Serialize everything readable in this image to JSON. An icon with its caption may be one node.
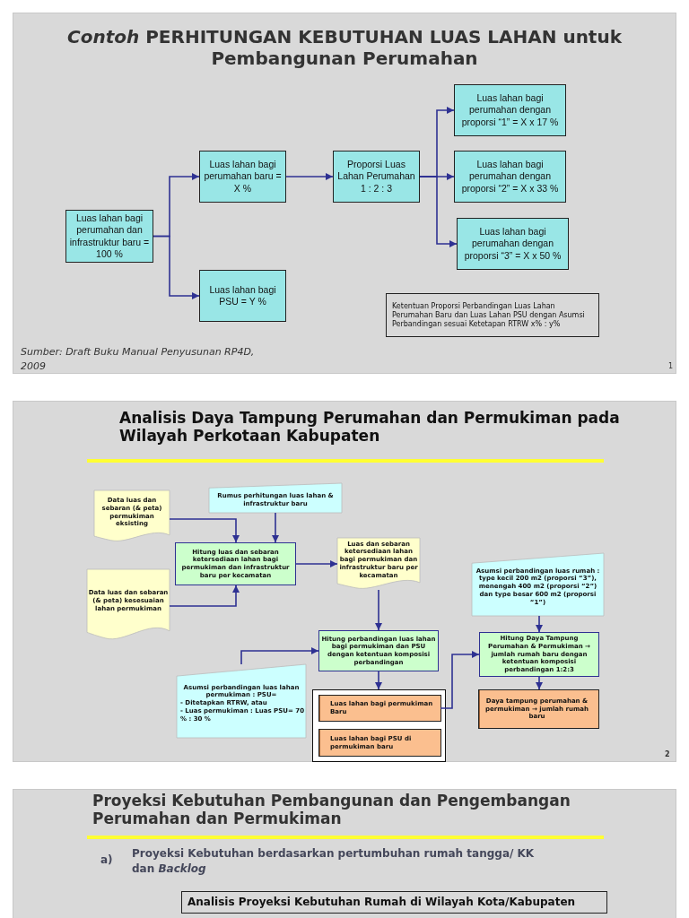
{
  "diagram": {
    "nodes": [
      {
        "text": [
          "*Contoh* PERHITUNGAN KEBUTUHAN LUAS LAHAN untuk Pembangunan Perumahan"
        ]
      },
      {
        "text": [
          "Luas lahan bagi perumahan dan infrastruktur baru = 100 %"
        ],
        "in": 0
      },
      {
        "text": [
          "Luas lahan bagi perumahan baru = X %"
        ],
        "in": 0
      },
      {
        "text": [
          "Luas lahan bagi PSU = Y  %"
        ],
        "in": 0
      },
      {
        "text": [
          "Proporsi Luas Lahan Perumahan 1 : 2 : 3"
        ],
        "in": 0
      },
      {
        "text": [
          "Luas lahan bagi perumahan dengan proporsi “1” = X x 17 %"
        ],
        "in": 0
      },
      {
        "text": [
          "Luas lahan bagi perumahan dengan proporsi “2” = X x 33 %"
        ],
        "in": 0
      },
      {
        "text": [
          "Luas lahan bagi perumahan dengan proporsi “3” = X x 50 %"
        ],
        "in": 0
      },
      {
        "text": [
          "Ketentuan Proporsi Perbandingan Luas Lahan Perumahan Baru dan Luas Lahan PSU dengan Asumsi Perbandingan sesuai Ketetapan RTRW   x% : y%"
        ],
        "in": 0
      },
      {
        "text": [
          "Analisis Daya Tampung Perumahan dan Permukiman pada Wilayah Perkotaan Kabupaten"
        ]
      },
      {
        "text": [
          "Data luas dan sebaran (& peta) permukiman eksisting"
        ],
        "in": 9
      },
      {
        "text": [
          "Rumus perhitungan luas lahan  & infrastruktur baru"
        ],
        "in": 9
      },
      {
        "text": [
          "Hitung luas dan sebaran ketersediaan lahan bagi permukiman dan infrastruktur baru per kecamatan"
        ],
        "in": 9
      },
      {
        "text": [
          "Data luas dan sebaran (& peta) kesesuaian lahan permukiman"
        ],
        "in": 9
      },
      {
        "text": [
          "Luas dan sebaran ketersediaan lahan bagi permukiman dan infrastruktur baru per kecamatan"
        ],
        "in": 9
      },
      {
        "text": [
          "Asumsi perbandingan luas rumah : type kecil 200 m2 (proporsi “3”), menengah 400 m2 (proporsi “2”) dan type besar 600 m2 (proporsi “1”)"
        ],
        "in": 9
      },
      {
        "text": [
          "Hitung perbandingan luas lahan bagi permukiman dan PSU dengan ketentuan komposisi perbandingan"
        ],
        "in": 9
      },
      {
        "text": [
          "Asumsi perbandingan luas lahan permukiman : PSU=",
          "- Ditetapkan RTRW, atau",
          "- Luas permukiman : Luas PSU= 70 % : 30 %"
        ],
        "in": 9
      },
      {
        "text": [
          "Hitung Daya Tampung Perumahan & Permukiman → jumlah rumah baru dengan ketentuan komposisi perbandingan 1:2:3"
        ],
        "in": 9
      },
      {
        "text": [],
        "shape": "box",
        "in": 9
      },
      {
        "text": [
          "Luas lahan bagi permukiman Baru"
        ],
        "in": 19
      },
      {
        "text": [
          "Luas lahan bagi PSU di permukiman baru"
        ],
        "in": 19
      },
      {
        "text": [
          "Daya tampung perumahan & permukiman → jumlah rumah baru"
        ],
        "in": 9
      },
      {
        "text": [
          "Proyeksi Kebutuhan Pembangunan dan Pengembangan Perumahan dan Permukiman"
        ]
      },
      {
        "text": [
          "Analisis Proyeksi Kebutuhan Rumah di Wilayah Kota/Kabupaten"
        ],
        "in": 23
      }
    ],
    "edges": [
      {
        "from": 1,
        "to": 2,
        "arrow": "to"
      },
      {
        "from": 1,
        "to": 3,
        "arrow": "to"
      },
      {
        "from": 2,
        "to": 4,
        "arrow": "to"
      },
      {
        "from": 4,
        "to": 5,
        "arrow": "to"
      },
      {
        "from": 4,
        "to": 6,
        "arrow": "to"
      },
      {
        "from": 4,
        "to": 7,
        "arrow": "to"
      },
      {
        "from": 10,
        "to": 12,
        "arrow": "to"
      },
      {
        "from": 11,
        "to": 12,
        "arrow": "to"
      },
      {
        "from": 13,
        "to": 12,
        "arrow": "to"
      },
      {
        "from": 12,
        "to": 14,
        "arrow": "to"
      },
      {
        "from": 14,
        "to": 16,
        "arrow": "to"
      },
      {
        "from": 17,
        "to": 16,
        "arrow": "to"
      },
      {
        "from": 16,
        "to": 19,
        "arrow": "to"
      },
      {
        "from": 20,
        "to": 18,
        "arrow": "to"
      },
      {
        "from": 15,
        "to": 18,
        "arrow": "to"
      },
      {
        "from": 18,
        "to": 22,
        "arrow": "to"
      }
    ],
    "labels": [
      "Sumber: Draft Buku Manual Penyusunan RP4D, 2009",
      "1",
      "2",
      "a)",
      "Proyeksi Kebutuhan berdasarkan pertumbuhan rumah tangga/ KK dan *Backlog*"
    ]
  }
}
